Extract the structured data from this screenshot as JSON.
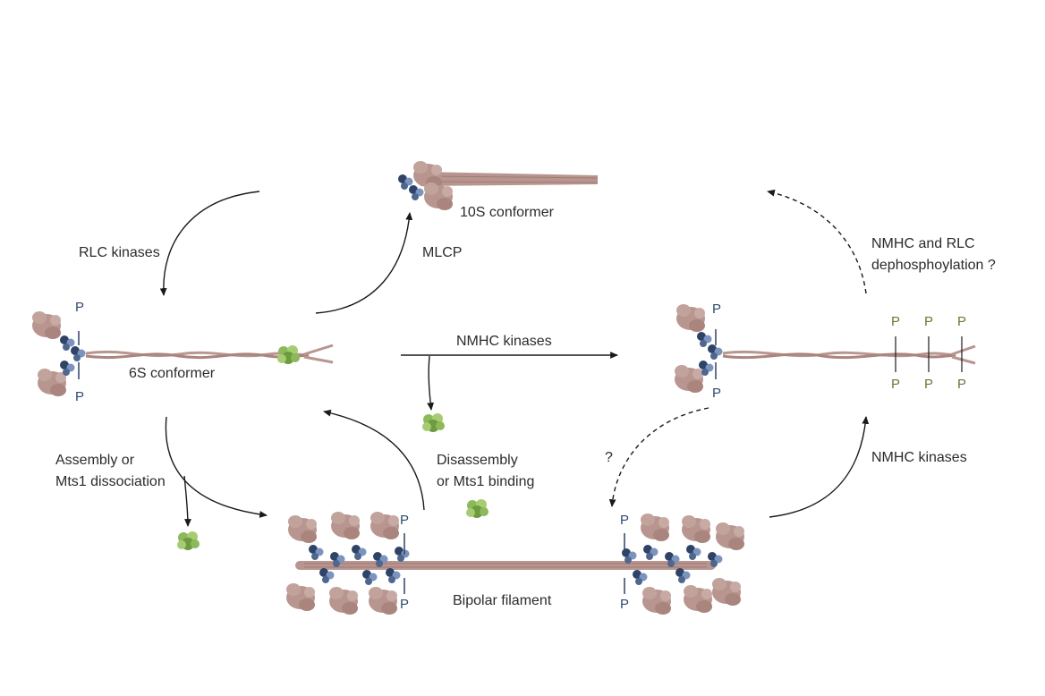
{
  "labels": {
    "conformer_10s": "10S conformer",
    "conformer_6s": "6S conformer",
    "rlc_kinases": "RLC kinases",
    "mlcp": "MLCP",
    "nmhc_kinases_top": "NMHC kinases",
    "nmhc_kinases_right": "NMHC kinases",
    "dephos": "NMHC and RLC\ndephosphoylation ?",
    "question": "?",
    "assembly": "Assembly or\nMts1 dissociation",
    "disassembly": "Disassembly\nor Mts1 binding",
    "bipolar": "Bipolar filament"
  },
  "phospho_mark": "P",
  "colors": {
    "myosin_head": "#b8968f",
    "light_chain_dark": "#2e4366",
    "light_chain_light": "#7b93bf",
    "mts1": "#8db95a",
    "phospho_dark": "#2f4a72",
    "phospho_green": "#5f7d33",
    "arrow": "#1a1a1a"
  }
}
